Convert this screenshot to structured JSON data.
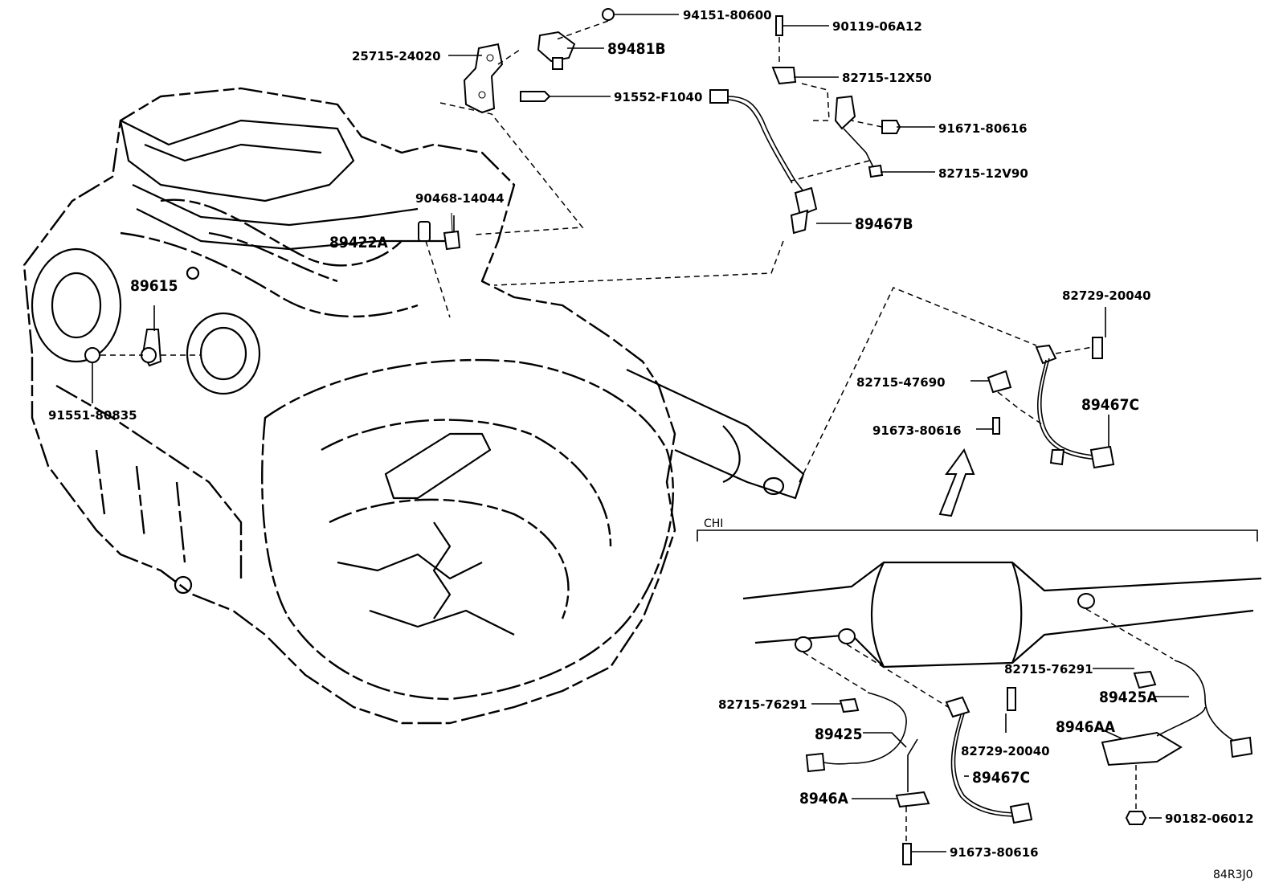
{
  "diagram_id": "84R3J0",
  "region_label": "CHI",
  "labels": {
    "p94151": "94151-80600",
    "p25715": "25715-24020",
    "p89481B": "89481B",
    "p91552": "91552-F1040",
    "p90119": "90119-06A12",
    "p82715_12X50": "82715-12X50",
    "p91671": "91671-80616",
    "p82715_12V90": "82715-12V90",
    "p89467B": "89467B",
    "p90468": "90468-14044",
    "p89422A": "89422A",
    "p89615": "89615",
    "p91551": "91551-80835",
    "p82729_top": "82729-20040",
    "p82715_47690": "82715-47690",
    "p89467C_top": "89467C",
    "p91673_top": "91673-80616",
    "p82715_76291_right": "82715-76291",
    "p89425A": "89425A",
    "p8946AA": "8946AA",
    "p90182": "90182-06012",
    "p82715_76291_left": "82715-76291",
    "p89425": "89425",
    "p82729_bottom": "82729-20040",
    "p89467C_bottom": "89467C",
    "p8946A": "8946A",
    "p91673_bottom": "91673-80616"
  }
}
